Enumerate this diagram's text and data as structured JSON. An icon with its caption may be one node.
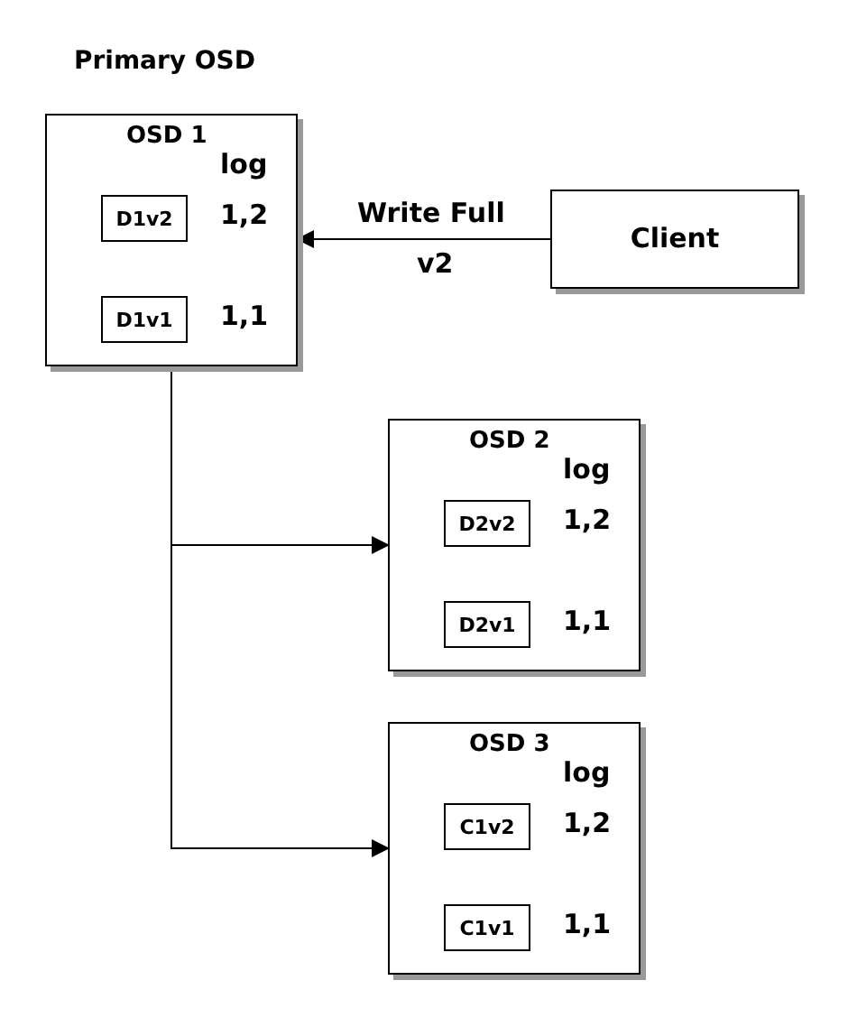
{
  "diagram": {
    "nodes": [
      {
        "text": [
          "OSD 1",
          "log"
        ],
        "beside": [
          "Primary OSD"
        ]
      },
      {
        "text": [
          "D1v2"
        ],
        "in": 0,
        "beside": [
          "1,2"
        ]
      },
      {
        "text": [
          "D1v1"
        ],
        "in": 0,
        "beside": [
          "1,1"
        ]
      },
      {
        "text": [
          "Client"
        ]
      },
      {
        "text": [
          "OSD 2",
          "log"
        ]
      },
      {
        "text": [
          "D2v2"
        ],
        "in": 4,
        "beside": [
          "1,2"
        ]
      },
      {
        "text": [
          "D2v1"
        ],
        "in": 4,
        "beside": [
          "1,1"
        ]
      },
      {
        "text": [
          "OSD 3",
          "log"
        ]
      },
      {
        "text": [
          "C1v2"
        ],
        "in": 7,
        "beside": [
          "1,2"
        ]
      },
      {
        "text": [
          "C1v1"
        ],
        "in": 7,
        "beside": [
          "1,1"
        ]
      }
    ],
    "edges": [
      {
        "from": 3,
        "to": 0,
        "arrow": "to",
        "label": "Write Full"
      },
      {
        "from": 0,
        "to": 4,
        "arrow": "to"
      },
      {
        "from": 0,
        "to": 7,
        "arrow": "to"
      }
    ],
    "labels": [
      "v2"
    ]
  }
}
